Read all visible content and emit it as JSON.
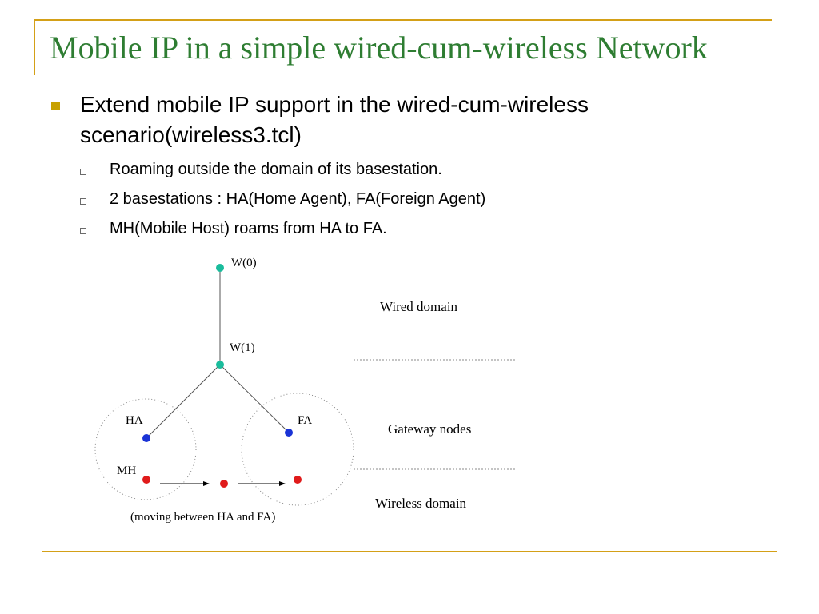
{
  "slide": {
    "title": "Mobile IP in a simple wired-cum-wireless Network",
    "bullet": "Extend mobile IP support in the wired-cum-wireless scenario(wireless3.tcl)",
    "sub_bullets": [
      "Roaming outside the domain of its basestation.",
      "2 basestations : HA(Home Agent), FA(Foreign Agent)",
      "MH(Mobile Host) roams from HA to FA."
    ]
  },
  "diagram": {
    "node_labels": {
      "w0": "W(0)",
      "w1": "W(1)",
      "ha": "HA",
      "fa": "FA",
      "mh": "MH"
    },
    "caption": "(moving between HA and FA)",
    "domain_labels": {
      "wired": "Wired domain",
      "gateway": "Gateway nodes",
      "wireless": "Wireless domain"
    },
    "colors": {
      "wired_node": "#1abc9c",
      "gateway_node": "#1a33d6",
      "mobile_node": "#e01b1b",
      "accent": "#d4a017",
      "title": "#2e7d32"
    }
  }
}
